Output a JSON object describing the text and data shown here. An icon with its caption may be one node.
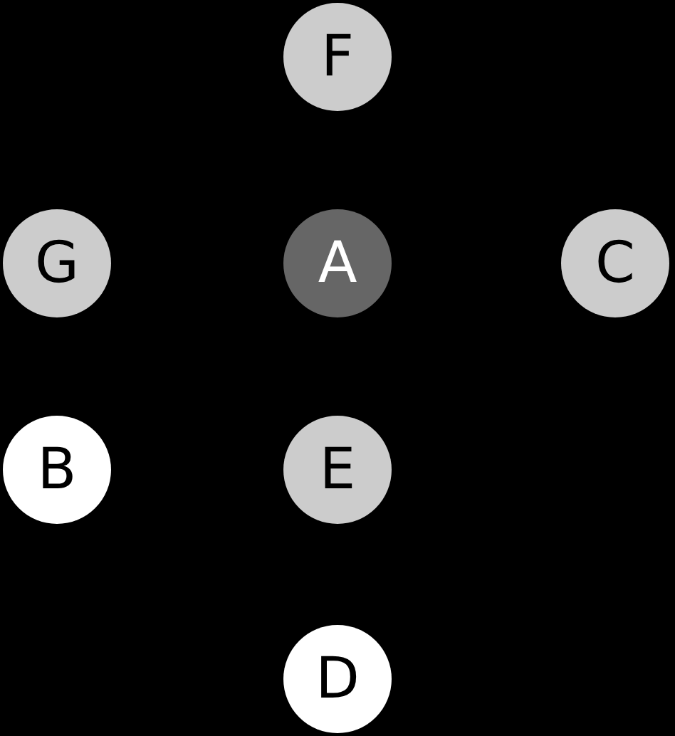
{
  "diagram": {
    "nodes": [
      {
        "text": [
          "F"
        ]
      },
      {
        "text": [
          "G"
        ]
      },
      {
        "text": [
          "A"
        ]
      },
      {
        "text": [
          "C"
        ]
      },
      {
        "text": [
          "B"
        ]
      },
      {
        "text": [
          "E"
        ]
      },
      {
        "text": [
          "D"
        ]
      }
    ]
  }
}
